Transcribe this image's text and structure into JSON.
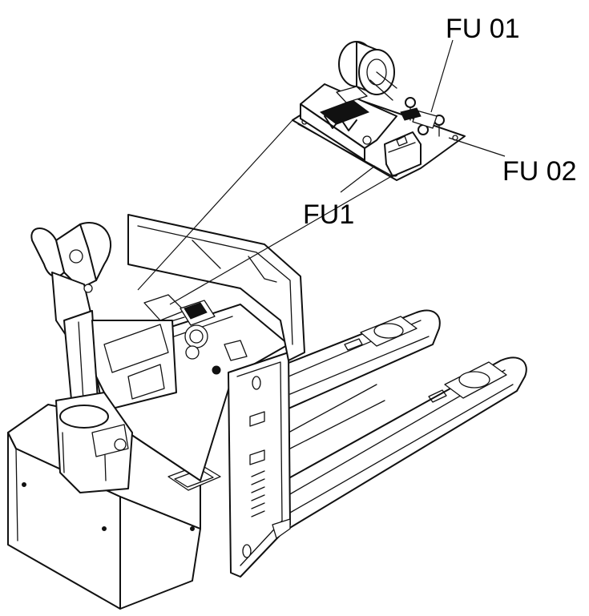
{
  "diagram": {
    "callouts": [
      {
        "id": "fu01",
        "label": "FU 01"
      },
      {
        "id": "fu02",
        "label": "FU 02"
      },
      {
        "id": "fu1",
        "label": "FU1"
      }
    ]
  }
}
